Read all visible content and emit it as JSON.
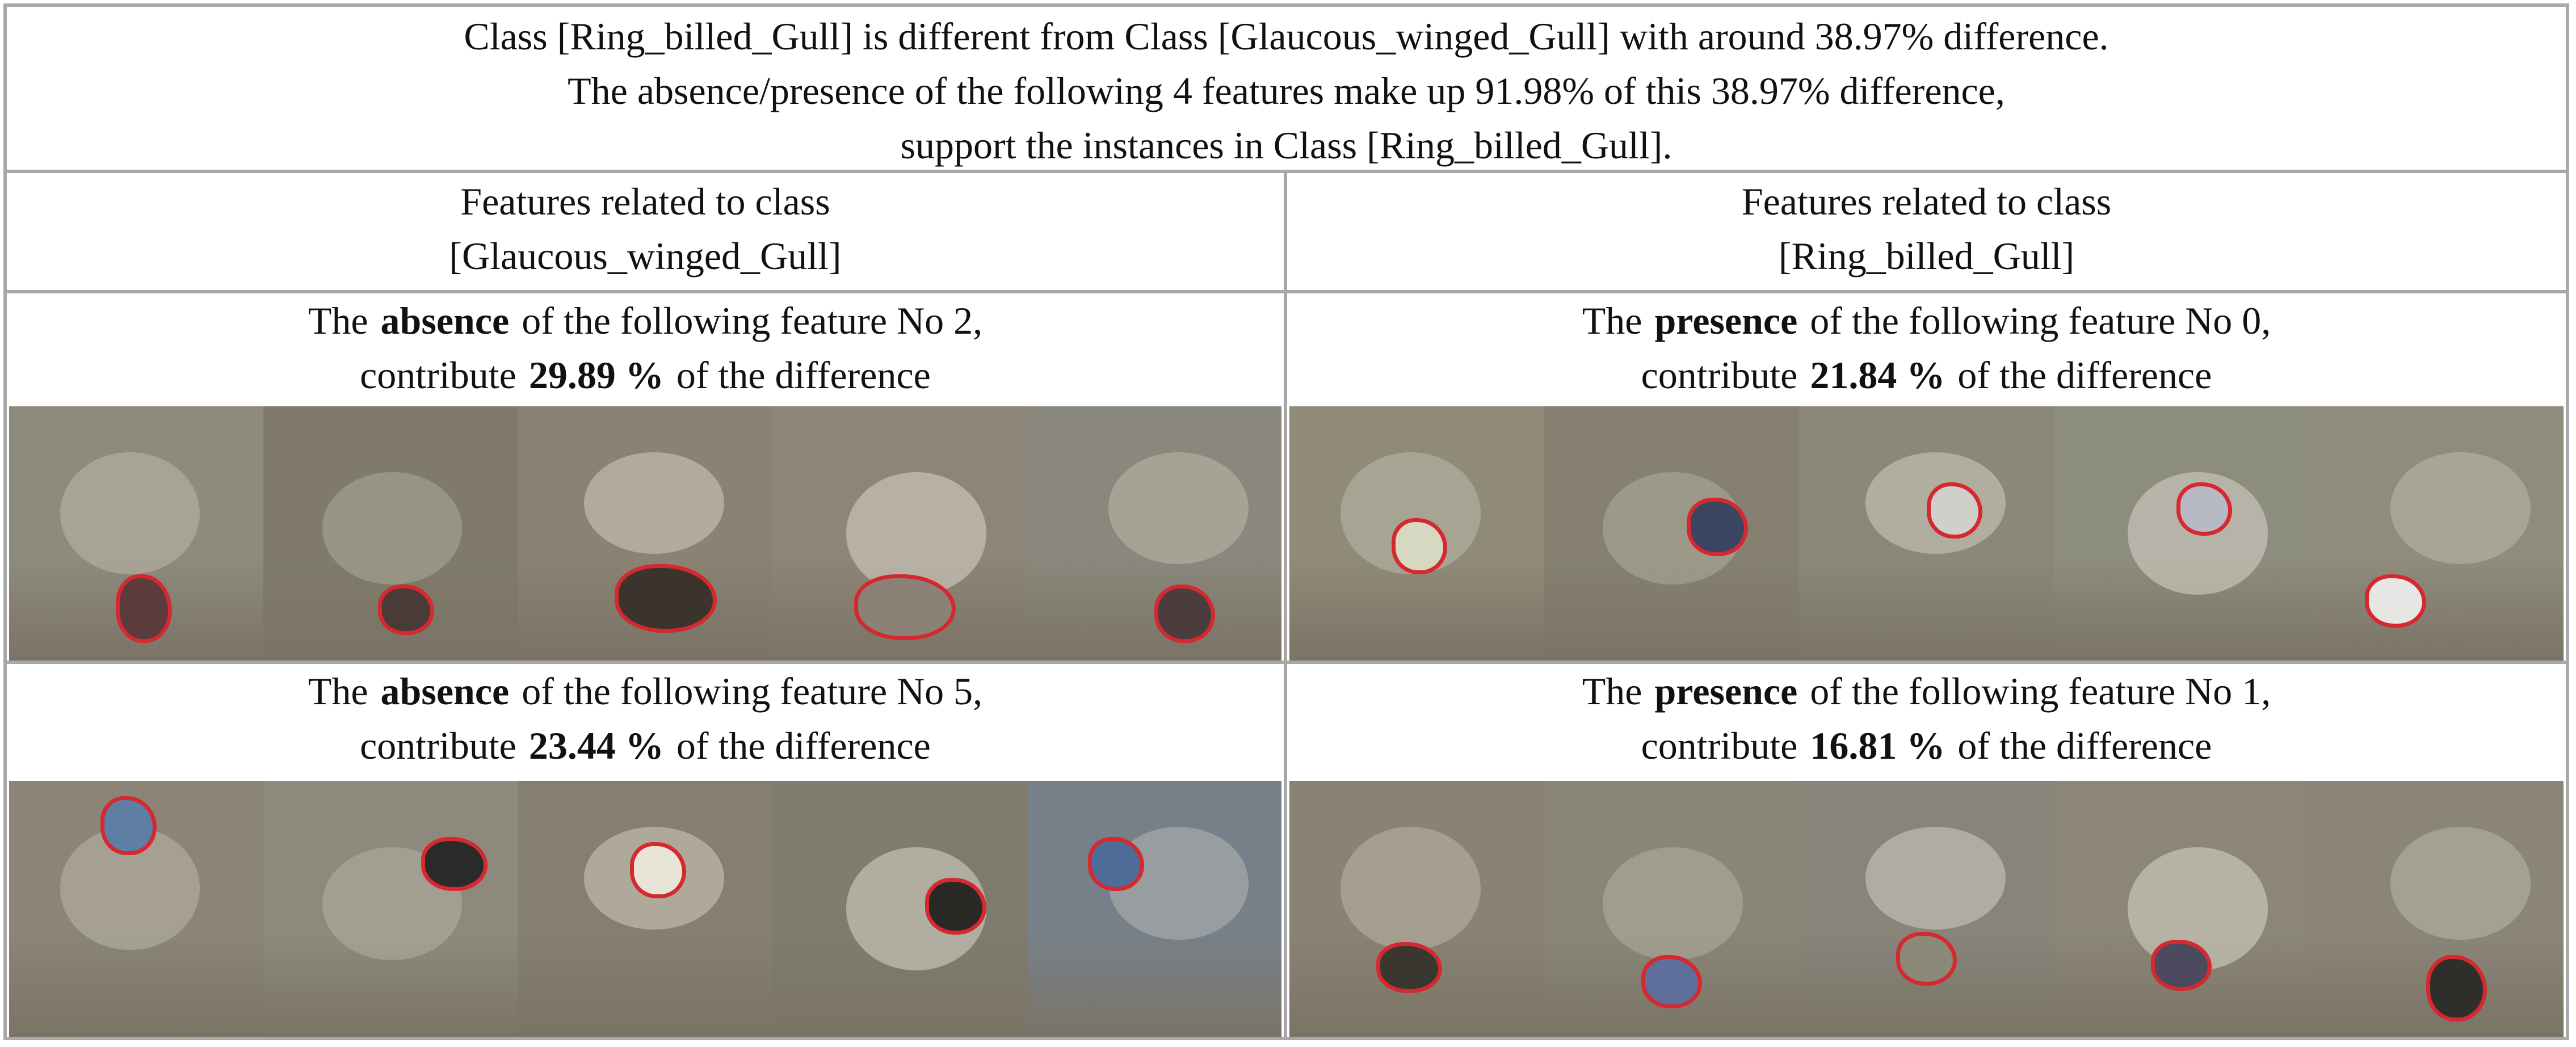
{
  "header": {
    "line1": "Class [Ring_billed_Gull] is different from Class [Glaucous_winged_Gull] with around 38.97% difference.",
    "line2": "The absence/presence of the following 4 features make up 91.98% of this 38.97% difference,",
    "line3": "support the instances in Class [Ring_billed_Gull]."
  },
  "columns": [
    {
      "line1": "Features related to class",
      "line2": "[Glaucous_winged_Gull]"
    },
    {
      "line1": "Features related to class",
      "line2": "[Ring_billed_Gull]"
    }
  ],
  "cells": [
    {
      "prefix": "The",
      "mode": "absence",
      "mid": "of the following feature No 2,",
      "pre2": "contribute",
      "percent": "29.89 %",
      "suffix": "of the difference",
      "tile_colors": [
        "#8e8a7c",
        "#7f7a6a",
        "#8a8273",
        "#8d8577",
        "#8a877c"
      ],
      "region_fill": [
        "#5b3b3b",
        "#4a3a38",
        "#3b342c",
        "#8c8176",
        "#4b3d3d"
      ]
    },
    {
      "prefix": "The",
      "mode": "presence",
      "mid": "of the following feature No 0,",
      "pre2": "contribute",
      "percent": "21.84 %",
      "suffix": "of the difference",
      "tile_colors": [
        "#908a78",
        "#85806f",
        "#8b8879",
        "#8c8c7f",
        "#8f8b7d"
      ],
      "region_fill": [
        "#d6d8c2",
        "#3a4560",
        "#cfd0cc",
        "#b7bac4",
        "#e6e6e4"
      ]
    },
    {
      "prefix": "The",
      "mode": "absence",
      "mid": "of the following feature No 5,",
      "pre2": "contribute",
      "percent": "23.44 %",
      "suffix": "of the difference",
      "tile_colors": [
        "#8a8575",
        "#8d897d",
        "#847f6f",
        "#7f7b6f",
        "#778089"
      ],
      "region_fill": [
        "#5f7ea3",
        "#2a2a2a",
        "#e8e4d8",
        "#2a2825",
        "#4d6d98"
      ]
    },
    {
      "prefix": "The",
      "mode": "presence",
      "mid": "of the following feature No 1,",
      "pre2": "contribute",
      "percent": "16.81 %",
      "suffix": "of the difference",
      "tile_colors": [
        "#8a8373",
        "#8a8677",
        "#88847a",
        "#8b8677",
        "#8a8578"
      ],
      "region_fill": [
        "#3a3630",
        "#5d6f9a",
        "#8b8a78",
        "#4c4a5e",
        "#2f2e2a"
      ]
    }
  ]
}
